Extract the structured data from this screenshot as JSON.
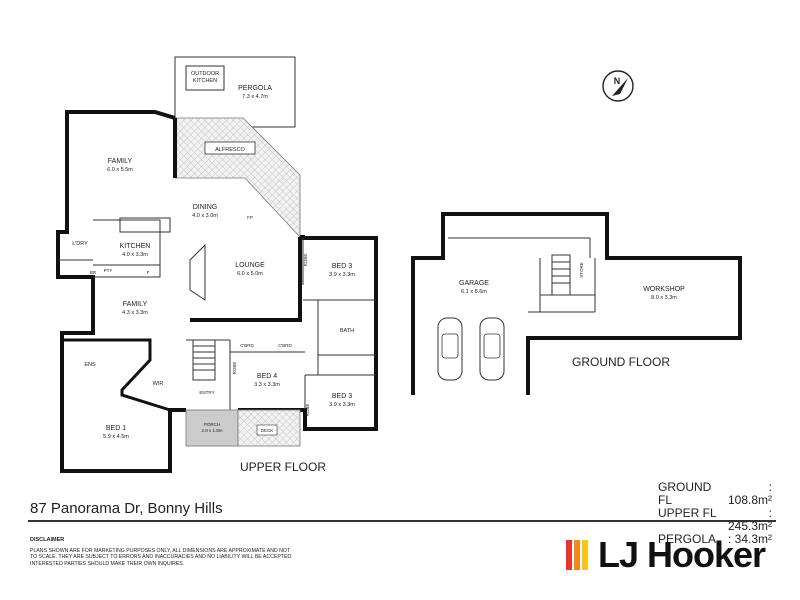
{
  "address": "87 Panorama Dr, Bonny Hills",
  "areas": [
    {
      "label": "GROUND FL",
      "value": ": 108.8m²"
    },
    {
      "label": "UPPER FL",
      "value": ": 245.3m²"
    },
    {
      "label": "PERGOLA",
      "value": ":   34.3m²"
    }
  ],
  "floors": {
    "upper": "UPPER FLOOR",
    "ground": "GROUND FLOOR"
  },
  "rooms": {
    "outdoor_kitchen": [
      "OUTDOOR",
      "KITCHEN"
    ],
    "pergola": {
      "name": "PERGOLA",
      "size": "7.3 x 4.7m"
    },
    "alfresco": "ALFRESCO",
    "family_top": {
      "name": "FAMILY",
      "size": "6.0 x 5.5m"
    },
    "dining": {
      "name": "DINING",
      "size": "4.0 x 3.0m"
    },
    "fp": "FP",
    "ldry": "L'DRY",
    "kitchen": {
      "name": "KITCHEN",
      "size": "4.0 x 3.3m"
    },
    "br": "BR",
    "pty": "PTY",
    "f": "F",
    "lounge": {
      "name": "LOUNGE",
      "size": "6.0 x 5.0m"
    },
    "robe": "ROBE",
    "bed3_top": {
      "name": "BED 3",
      "size": "3.9 x 3.3m"
    },
    "family_mid": {
      "name": "FAMILY",
      "size": "4.3 x 3.3m"
    },
    "bath": "BATH",
    "ens": "ENS",
    "cbrd": "C'BRD",
    "wir": "WIR",
    "entry": "ENTRY",
    "bed4": {
      "name": "BED 4",
      "size": "3.3 x 3.3m"
    },
    "bed3_bottom": {
      "name": "BED 3",
      "size": "3.9 x 3.3m"
    },
    "bed1": {
      "name": "BED 1",
      "size": "5.9 x 4.5m"
    },
    "porch": {
      "name": "PORCH",
      "size": "2.8 x 1.8m"
    },
    "deck": "DECK",
    "garage": {
      "name": "GARAGE",
      "size": "6.1 x 8.6m"
    },
    "store": "STORE",
    "workshop": {
      "name": "WORKSHOP",
      "size": "8.0 x 3.3m"
    }
  },
  "compass": "N",
  "disclaimer_title": "DISCLAIMER",
  "disclaimer": "PLANS SHOWN ARE FOR MARKETING PURPOSES ONLY, ALL DIMENSIONS ARE APPROXIMATE AND NOT TO SCALE. THEY ARE SUBJECT TO ERRORS AND INACCURACIES AND NO LIABILITY WILL BE ACCEPTED. INTERESTED PARTIES SHOULD MAKE THEIR OWN INQUIRES.",
  "logo": {
    "text": "LJ Hooker",
    "colors": [
      "#e8352e",
      "#f08a1c",
      "#f7c31c"
    ]
  }
}
